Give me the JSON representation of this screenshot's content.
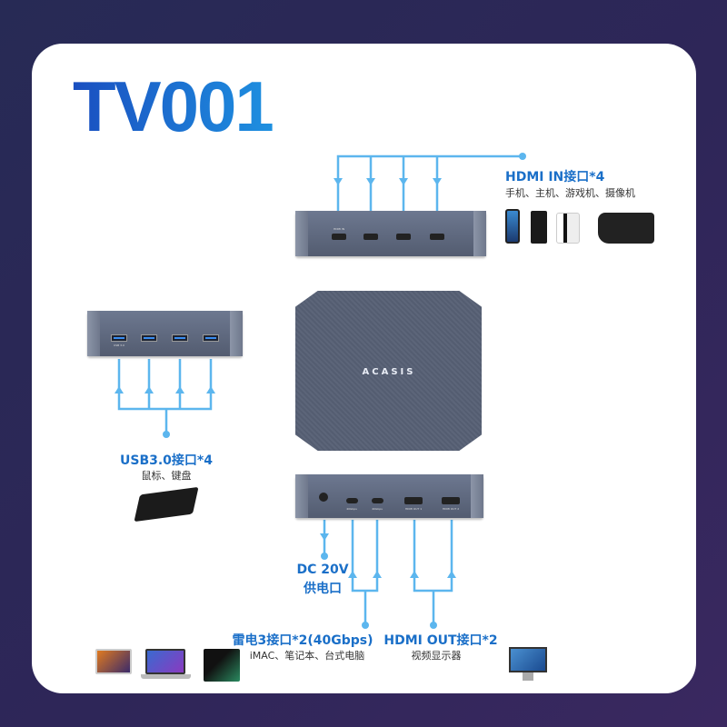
{
  "title": "TV001",
  "brand_logo": "ACASIS",
  "colors": {
    "accent": "#1a6fc8",
    "connector": "#5cb6ee",
    "background": "#2b2757",
    "card": "#ffffff"
  },
  "hdmi_in": {
    "label": "HDMI IN接口*4",
    "description": "手机、主机、游戏机、摄像机",
    "port_label": "HDMI IN",
    "devices": [
      "smartphone-icon",
      "desktop-tower-icon",
      "game-console-icon",
      "camcorder-icon"
    ]
  },
  "usb": {
    "label": "USB3.0接口*4",
    "description": "鼠标、键盘",
    "port_label": "USB 3.0",
    "devices": [
      "keyboard-mouse-icon"
    ]
  },
  "dc": {
    "label": "DC 20V",
    "label2": "供电口"
  },
  "thunderbolt": {
    "label": "雷电3接口*2(40Gbps)",
    "description": "iMAC、笔记本、台式电脑",
    "port_label": "40Gbps",
    "devices": [
      "imac-icon",
      "laptop-icon",
      "desktop-pc-icon"
    ]
  },
  "hdmi_out": {
    "label": "HDMI OUT接口*2",
    "description": "视频显示器",
    "ports": [
      "HDMI OUT 1",
      "HDMI OUT 2"
    ],
    "devices": [
      "monitor-icon"
    ]
  }
}
